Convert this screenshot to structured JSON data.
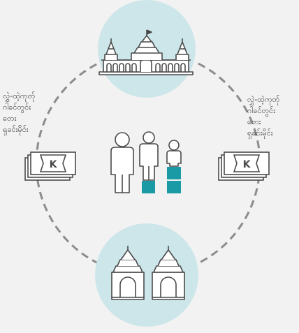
{
  "colors": {
    "background": "#f2f2f2",
    "circle_fill": "#cde6ea",
    "teal": "#1a9aa5",
    "stroke": "#4a4a4a",
    "dashed_ring": "#8c8c8c"
  },
  "labels": {
    "left": [
      "လွှဲ-ထဲ့ကုတ်ု",
      "ဂါခင်တွင်း",
      "တေး",
      "ရှခင်းမိုင်း"
    ],
    "right": [
      "လွှဲ-ထဲ့ကုတ်ု",
      "ဂါခင်တွင်း",
      "တေး",
      "ရှခင်းမိုင်း"
    ]
  },
  "banknote_symbol": "K",
  "icons": {
    "top": "palace-icon",
    "bottom": "temple-gates-icon",
    "left": "banknote-icon",
    "right": "banknote-icon",
    "center": "people-height-blocks-icon"
  }
}
